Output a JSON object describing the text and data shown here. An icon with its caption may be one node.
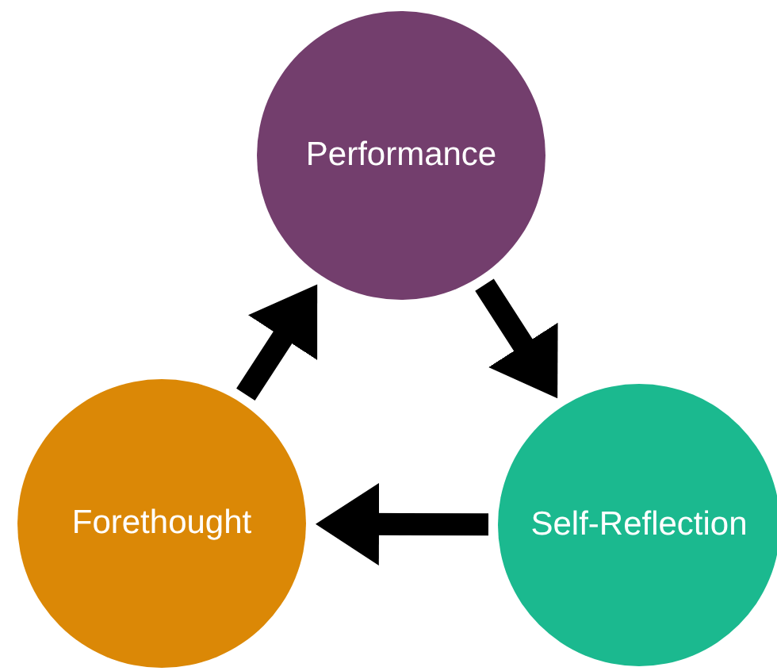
{
  "diagram": {
    "nodes": [
      {
        "text": [
          "Performance"
        ]
      },
      {
        "text": [
          "Self-Reflection"
        ]
      },
      {
        "text": [
          "Forethought"
        ]
      }
    ],
    "edges": [
      {
        "from": 2,
        "to": 0,
        "arrow": "to"
      },
      {
        "from": 0,
        "to": 1,
        "arrow": "to"
      },
      {
        "from": 1,
        "to": 2,
        "arrow": "to"
      }
    ]
  }
}
